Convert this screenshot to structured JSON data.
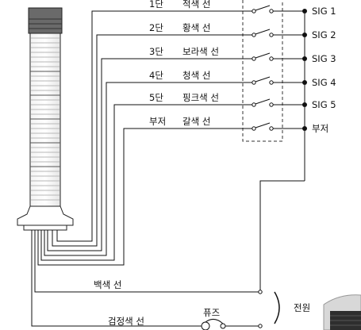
{
  "wires": [
    {
      "stage": "1단",
      "color": "적색 선",
      "signal": "SIG 1"
    },
    {
      "stage": "2단",
      "color": "황색 선",
      "signal": "SIG 2"
    },
    {
      "stage": "3단",
      "color": "보라색 선",
      "signal": "SIG 3"
    },
    {
      "stage": "4단",
      "color": "청색 선",
      "signal": "SIG 4"
    },
    {
      "stage": "5단",
      "color": "핑크색 선",
      "signal": "SIG 5"
    },
    {
      "stage": "부저",
      "color": "갈색 선",
      "signal": "부저"
    }
  ],
  "power": {
    "white_wire": "백색 선",
    "black_wire": "검정색 선",
    "fuse": "퓨즈",
    "power_label": "전원"
  }
}
